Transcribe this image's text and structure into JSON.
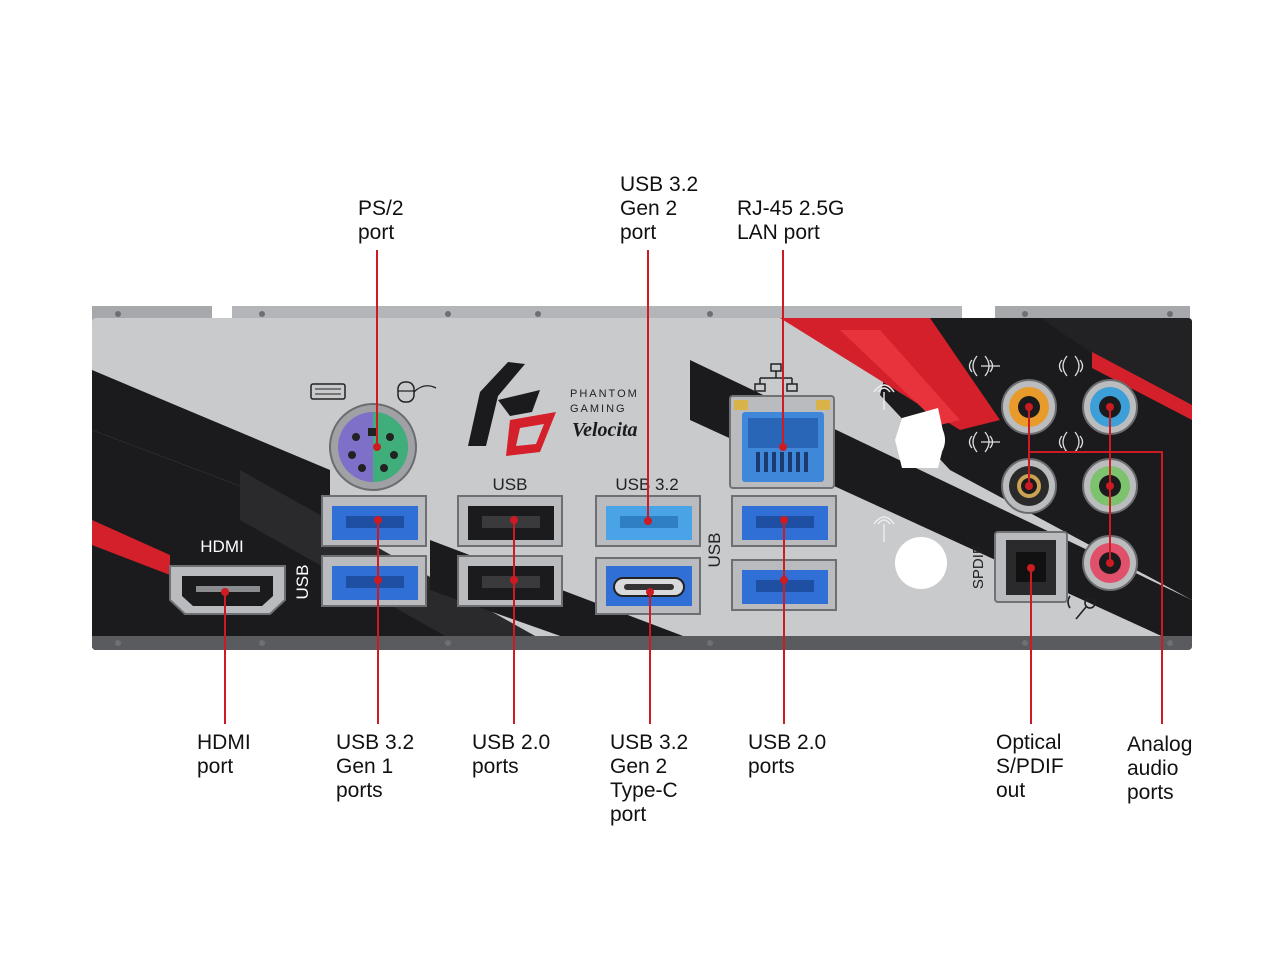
{
  "callouts": {
    "ps2": "PS/2\nport",
    "usb32_gen2_top": "USB 3.2\nGen 2\nport",
    "rj45": "RJ-45 2.5G\nLAN port",
    "hdmi": "HDMI\nport",
    "usb32_gen1": "USB 3.2\nGen 1\nports",
    "usb20_left": "USB 2.0\nports",
    "usb32_gen2_typec": "USB 3.2\nGen 2\nType-C\nport",
    "usb20_right": "USB 2.0\nports",
    "spdif_out": "Optical\nS/PDIF\nout",
    "audio": "Analog\naudio\nports"
  },
  "panel_labels": {
    "hdmi": "HDMI",
    "usb_left": "USB",
    "usb_top": "USB",
    "usb32_top": "USB 3.2",
    "usb_right": "USB",
    "spdif": "SPDIF"
  },
  "logo": {
    "line1": "PHANTOM",
    "line2": "GAMING",
    "script": "Velocita"
  },
  "colors": {
    "callout_line": "#cc1b22",
    "panel_silver": "#c9cacc",
    "panel_black": "#1b1b1d",
    "accent_red": "#d4202a",
    "usb3_blue": "#2f6fd6",
    "usb_gen2_blue": "#4aa3e6",
    "lan_blue": "#3f87d9",
    "ps2_purple": "#7e6fc9",
    "ps2_green": "#3fae7a",
    "audio_orange": "#e89a2a",
    "audio_blue": "#3d9fd8",
    "audio_green": "#7dc36d",
    "audio_pink": "#e0506a"
  }
}
